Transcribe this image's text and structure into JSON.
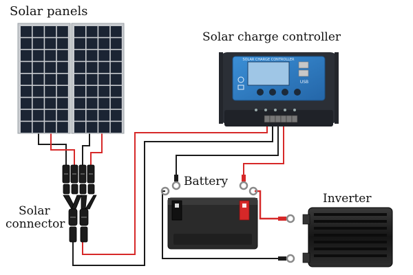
{
  "labels": {
    "solar_panels": "Solar panels",
    "charge_controller": "Solar charge controller",
    "battery": "Battery",
    "inverter": "Inverter",
    "solar_connector_line1": "Solar",
    "solar_connector_line2": "connector"
  },
  "controller": {
    "screen_title": "SOLAR CHARGE CONTROLLER",
    "usb_label": "USB"
  },
  "colors": {
    "positive_wire": "#d62828",
    "negative_wire": "#1a1a1a",
    "panel_cell": "#1b2433",
    "panel_frame": "#c9ccd0",
    "controller_face": "#2f7fc4",
    "controller_body": "#2b2f36",
    "battery_body": "#2a2a2a",
    "battery_terminal_positive": "#d62828",
    "inverter_body": "#1e1e1e"
  }
}
